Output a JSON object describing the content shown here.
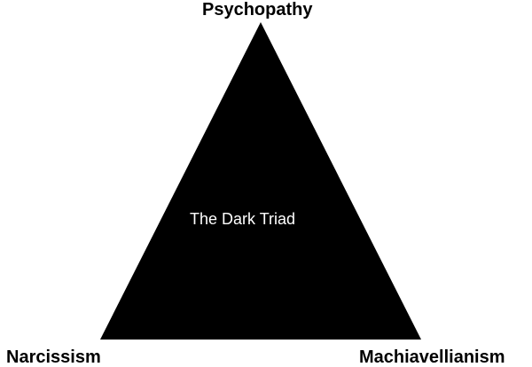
{
  "diagram": {
    "title": "The Dark Triad",
    "vertices": {
      "top": "Psychopathy",
      "bottom_left": "Narcissism",
      "bottom_right": "Machiavellianism"
    },
    "colors": {
      "triangle_fill": "#000000",
      "center_text": "#ffffff",
      "label_text": "#000000",
      "background": "#ffffff"
    }
  }
}
